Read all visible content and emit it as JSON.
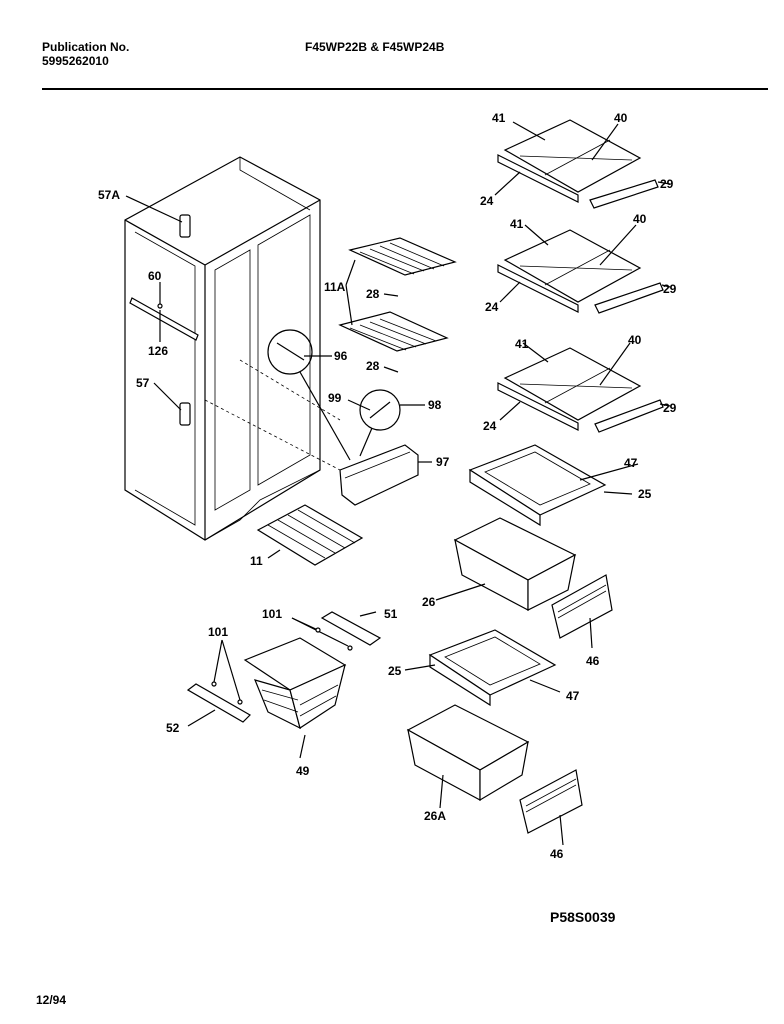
{
  "header": {
    "publication_label": "Publication No.",
    "publication_number": "5995262010",
    "models": "F45WP22B & F45WP24B"
  },
  "footer": {
    "figure_id": "P58S0039",
    "date": "12/94"
  },
  "callouts": {
    "c57A": "57A",
    "c60": "60",
    "c126": "126",
    "c57": "57",
    "c11A": "11A",
    "c28a": "28",
    "c28b": "28",
    "c96": "96",
    "c99": "99",
    "c98": "98",
    "c97": "97",
    "c11": "11",
    "c41a": "41",
    "c40a": "40",
    "c29a": "29",
    "c24a": "24",
    "c41b": "41",
    "c40b": "40",
    "c29b": "29",
    "c24b": "24",
    "c41c": "41",
    "c40c": "40",
    "c29c": "29",
    "c24c": "24",
    "c47a": "47",
    "c25a": "25",
    "c26": "26",
    "c46a": "46",
    "c101a": "101",
    "c51": "51",
    "c101b": "101",
    "c52": "52",
    "c49": "49",
    "c25b": "25",
    "c47b": "47",
    "c26A": "26A",
    "c46b": "46"
  }
}
